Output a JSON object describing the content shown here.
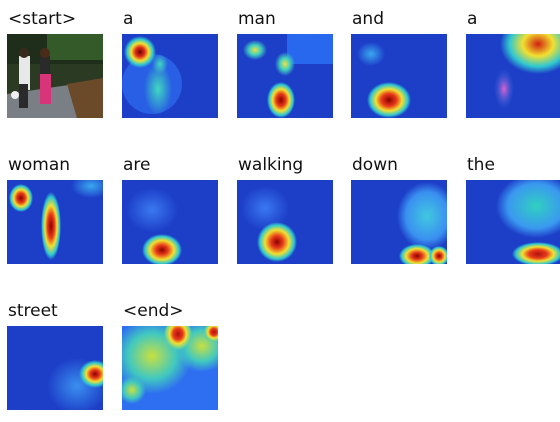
{
  "words": [
    {
      "token": "<start>",
      "kind": "photo"
    },
    {
      "token": "a",
      "kind": "heatmap"
    },
    {
      "token": "man",
      "kind": "heatmap"
    },
    {
      "token": "and",
      "kind": "heatmap"
    },
    {
      "token": "a",
      "kind": "heatmap"
    },
    {
      "token": "woman",
      "kind": "heatmap"
    },
    {
      "token": "are",
      "kind": "heatmap"
    },
    {
      "token": "walking",
      "kind": "heatmap"
    },
    {
      "token": "down",
      "kind": "heatmap"
    },
    {
      "token": "the",
      "kind": "heatmap"
    },
    {
      "token": "street",
      "kind": "heatmap"
    },
    {
      "token": "<end>",
      "kind": "heatmap"
    }
  ],
  "colors": {
    "cold": "#1d3fc8",
    "cool": "#2e7bff",
    "mid": "#2fd4c0",
    "warm": "#f4e23a",
    "hot": "#e03a1a",
    "peak": "#8a0a0a"
  }
}
